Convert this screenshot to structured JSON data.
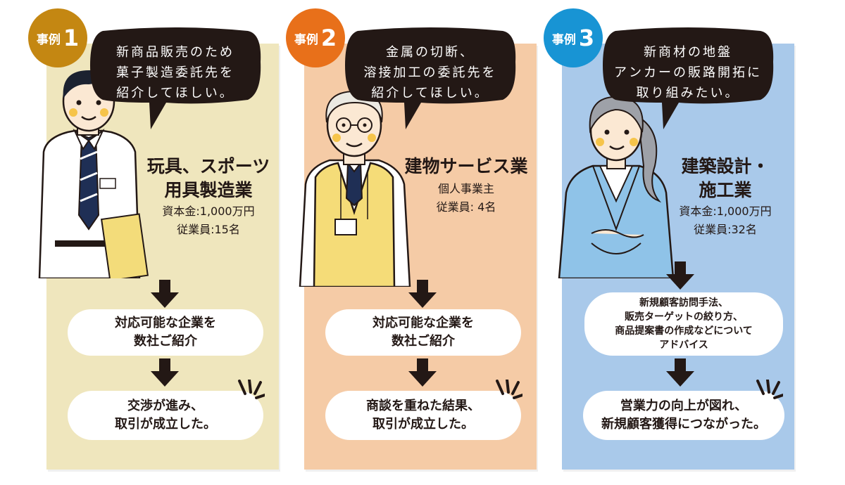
{
  "cases": [
    {
      "badge_label": "事例",
      "badge_number": "1",
      "bubble_lines": [
        "新商品販売のため",
        "菓子製造委託先を",
        "紹介してほしい。"
      ],
      "industry_lines": [
        "玩具、スポーツ",
        "用具製造業"
      ],
      "info_lines": [
        "資本金:1,000万円",
        "従業員:15名"
      ],
      "step1_lines": [
        "対応可能な企業を",
        "数社ご紹介"
      ],
      "step2_lines": [
        "交渉が進み、",
        "取引が成立した。"
      ],
      "panel_color": "#efe6bd",
      "badge_color": "#c48712"
    },
    {
      "badge_label": "事例",
      "badge_number": "2",
      "bubble_lines": [
        "金属の切断、",
        "溶接加工の委託先を",
        "紹介してほしい。"
      ],
      "industry_lines": [
        "建物サービス業"
      ],
      "info_lines": [
        "個人事業主",
        "従業員: 4名"
      ],
      "step1_lines": [
        "対応可能な企業を",
        "数社ご紹介"
      ],
      "step2_lines": [
        "商談を重ねた結果、",
        "取引が成立した。"
      ],
      "panel_color": "#f5cba6",
      "badge_color": "#e8701a"
    },
    {
      "badge_label": "事例",
      "badge_number": "3",
      "bubble_lines": [
        "新商材の地盤",
        "アンカーの販路開拓に",
        "取り組みたい。"
      ],
      "industry_lines": [
        "建築設計・",
        "施工業"
      ],
      "info_lines": [
        "資本金:1,000万円",
        "従業員:32名"
      ],
      "step1_lines": [
        "新規顧客訪問手法、",
        "販売ターゲットの絞り方、",
        "商品提案書の作成などについて",
        "アドバイス"
      ],
      "step2_lines": [
        "営業力の向上が図れ、",
        "新規顧客獲得につながった。"
      ],
      "panel_color": "#a9c9ea",
      "badge_color": "#1894d4"
    }
  ]
}
